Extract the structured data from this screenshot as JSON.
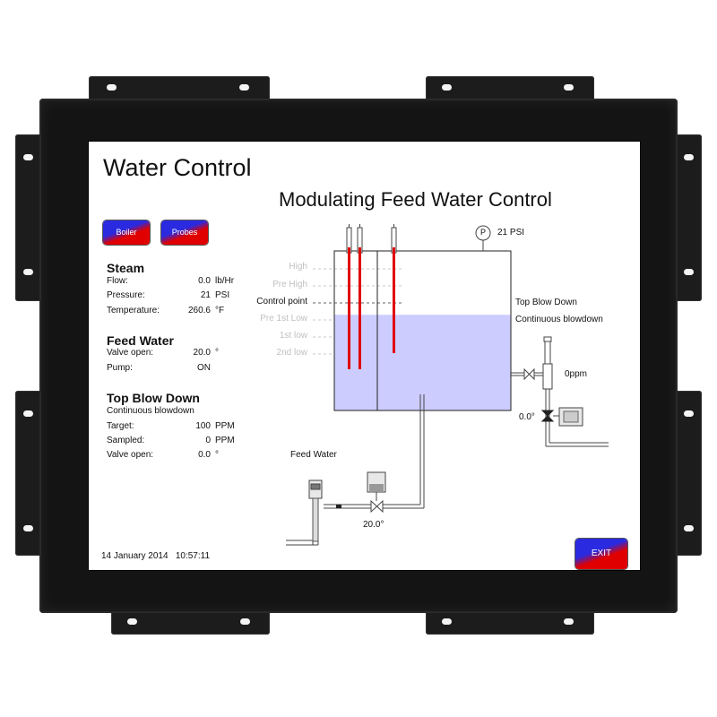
{
  "app_title": "Water Control",
  "diagram_title": "Modulating Feed Water Control",
  "buttons": {
    "boiler": "Boiler",
    "probes": "Probes",
    "exit": "EXIT"
  },
  "steam": {
    "title": "Steam",
    "rows": [
      {
        "label": "Flow:",
        "value": "0.0",
        "unit": "lb/Hr"
      },
      {
        "label": "Pressure:",
        "value": "21",
        "unit": "PSI"
      },
      {
        "label": "Temperature:",
        "value": "260.6",
        "unit": "°F"
      }
    ]
  },
  "feed_water": {
    "title": "Feed Water",
    "rows": [
      {
        "label": "Valve open:",
        "value": "20.0",
        "unit": "°"
      },
      {
        "label": "Pump:",
        "value": "ON",
        "unit": ""
      }
    ]
  },
  "top_blow_down": {
    "title": "Top Blow Down",
    "subtitle": "Continuous blowdown",
    "rows": [
      {
        "label": "Target:",
        "value": "100",
        "unit": "PPM"
      },
      {
        "label": "Sampled:",
        "value": "0",
        "unit": "PPM"
      },
      {
        "label": "Valve open:",
        "value": "0.0",
        "unit": "°"
      }
    ]
  },
  "datetime": "14 January 2014   10:57:11",
  "diagram": {
    "pressure_gauge_symbol": "P",
    "pressure_reading": "21 PSI",
    "levels": [
      "High",
      "Pre High",
      "Control point",
      "Pre 1st Low",
      "1st low",
      "2nd low"
    ],
    "active_level": "Control point",
    "top_blow_down_label": "Top Blow Down",
    "continuous_blowdown_label": "Continuous blowdown",
    "sensor_reading": "0ppm",
    "blowdown_valve_reading": "0.0°",
    "feed_water_label": "Feed Water",
    "feed_valve_reading": "20.0°",
    "water_level_fraction": 0.6
  },
  "colors": {
    "water": "#ccccff",
    "probe": "#e00000",
    "button_blue": "#2a2ae0",
    "button_red": "#e00000"
  }
}
